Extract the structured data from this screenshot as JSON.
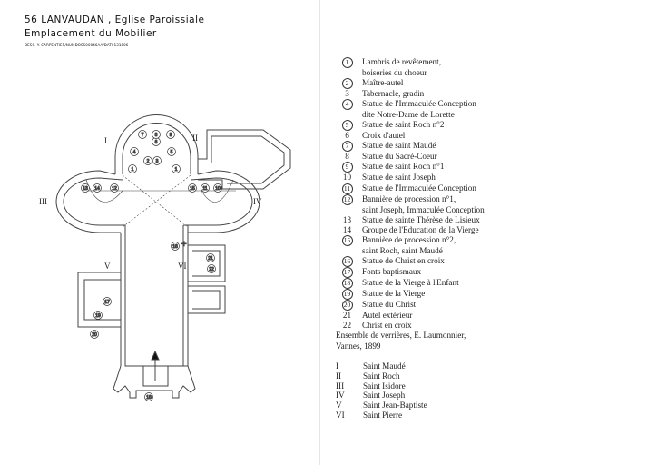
{
  "header": {
    "title": "56 LANVAUDAN , Eglise Paroissiale",
    "subtitle": "Emplacement du Mobilier",
    "credit": "DESS. Y. CARPENTIER/NUMDOSS00046AA/DAT0131806"
  },
  "plan_labels": {
    "windows": [
      "I",
      "II",
      "III",
      "IV",
      "V",
      "VI"
    ],
    "items": [
      "1",
      "1",
      "2",
      "3",
      "4",
      "5",
      "6",
      "7",
      "8",
      "9",
      "10",
      "11",
      "12",
      "13",
      "14",
      "15",
      "16",
      "17",
      "18",
      "19",
      "20",
      "21",
      "22"
    ]
  },
  "legend": [
    {
      "num": "1",
      "circled": true,
      "text": "Lambris de revêtement,"
    },
    {
      "num": "",
      "circled": false,
      "text": "boiseries du choeur"
    },
    {
      "num": "2",
      "circled": true,
      "text": "Maître-autel"
    },
    {
      "num": "3",
      "circled": false,
      "text": "Tabernacle, gradin"
    },
    {
      "num": "4",
      "circled": true,
      "text": "Statue de l'Immaculée Conception"
    },
    {
      "num": "",
      "circled": false,
      "text": "dite Notre-Dame de Lorette"
    },
    {
      "num": "5",
      "circled": true,
      "text": "Statue de saint Roch n°2"
    },
    {
      "num": "6",
      "circled": false,
      "text": "Croix d'autel"
    },
    {
      "num": "7",
      "circled": true,
      "text": "Statue de saint Maudé"
    },
    {
      "num": "8",
      "circled": false,
      "text": "Statue du Sacré-Coeur"
    },
    {
      "num": "9",
      "circled": true,
      "text": "Statue de saint Roch n°1"
    },
    {
      "num": "10",
      "circled": false,
      "text": "Statue de saint Joseph"
    },
    {
      "num": "11",
      "circled": true,
      "text": "Statue de l'Immaculée Conception"
    },
    {
      "num": "12",
      "circled": true,
      "text": "Bannière de procession n°1,"
    },
    {
      "num": "",
      "circled": false,
      "text": "saint Joseph, Immaculée Conception"
    },
    {
      "num": "13",
      "circled": false,
      "text": "Statue de sainte Thérèse de Lisieux"
    },
    {
      "num": "14",
      "circled": false,
      "text": "Groupe de l'Education de la Vierge"
    },
    {
      "num": "15",
      "circled": true,
      "text": "Bannière de procession n°2,"
    },
    {
      "num": "",
      "circled": false,
      "text": "saint Roch, saint Maudé"
    },
    {
      "num": "16",
      "circled": true,
      "text": "Statue de Christ en croix"
    },
    {
      "num": "17",
      "circled": true,
      "text": "Fonts baptismaux"
    },
    {
      "num": "18",
      "circled": true,
      "text": "Statue de la Vierge à l'Enfant"
    },
    {
      "num": "19",
      "circled": true,
      "text": "Statue de la Vierge"
    },
    {
      "num": "20",
      "circled": true,
      "text": "Statue du Christ"
    },
    {
      "num": "21",
      "circled": false,
      "text": "Autel extérieur"
    },
    {
      "num": "22",
      "circled": false,
      "text": "Christ en croix"
    }
  ],
  "verrieres": {
    "line1": "Ensemble de verrières, E. Laumonnier,",
    "line2": "Vannes, 1899",
    "items": [
      {
        "num": "I",
        "text": "Saint Maudé"
      },
      {
        "num": "II",
        "text": "Saint Roch"
      },
      {
        "num": "III",
        "text": "Saint Isidore"
      },
      {
        "num": "IV",
        "text": "Saint Joseph"
      },
      {
        "num": "V",
        "text": "Saint Jean-Baptiste"
      },
      {
        "num": "VI",
        "text": "Saint Pierre"
      }
    ]
  }
}
